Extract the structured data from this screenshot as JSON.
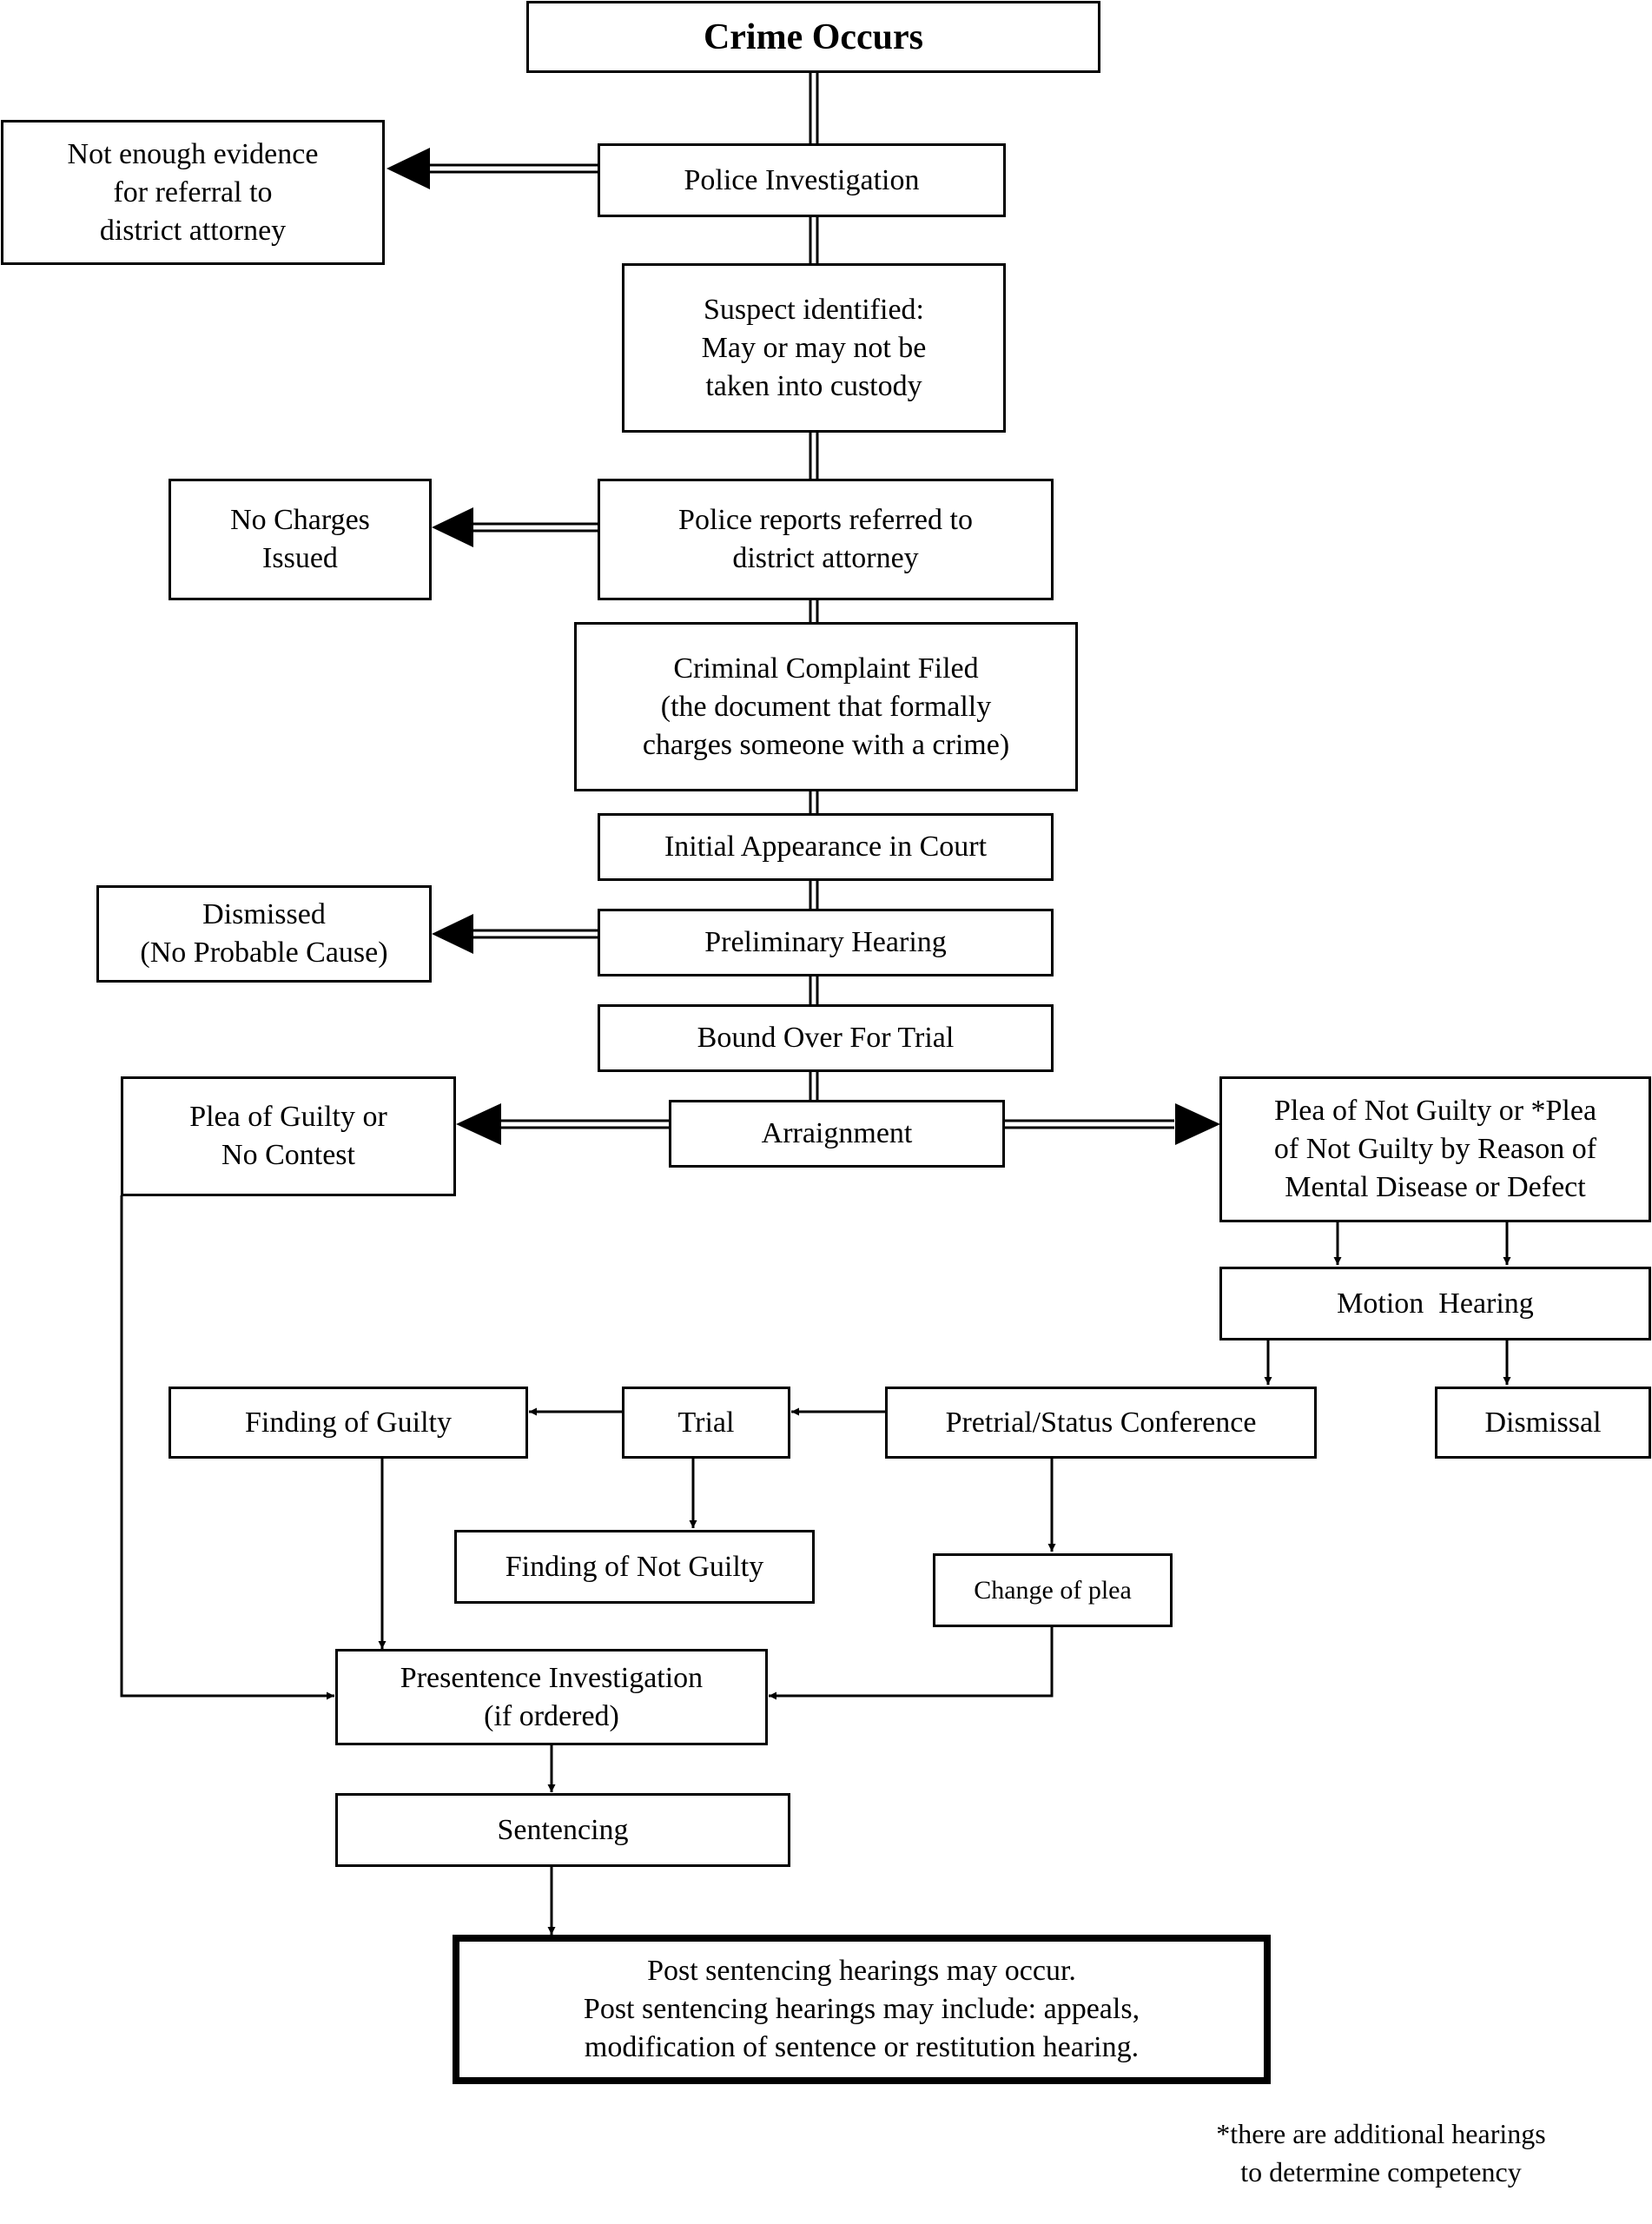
{
  "nodes": {
    "crime_occurs": [
      "Crime Occurs"
    ],
    "police_investigation": [
      "Police Investigation"
    ],
    "not_enough_evidence": [
      "Not enough evidence",
      "for referral to",
      "district attorney"
    ],
    "suspect_identified": [
      "Suspect identified:",
      "May or may not be",
      "taken into custody"
    ],
    "police_reports": [
      "Police reports referred to",
      "district attorney"
    ],
    "no_charges": [
      "No Charges",
      "Issued"
    ],
    "criminal_complaint": [
      "Criminal Complaint Filed",
      "(the document that formally",
      "charges someone with a crime)"
    ],
    "initial_appearance": [
      "Initial Appearance in Court"
    ],
    "preliminary_hearing": [
      "Preliminary Hearing"
    ],
    "dismissed": [
      "Dismissed",
      "(No Probable Cause)"
    ],
    "bound_over": [
      "Bound Over For Trial"
    ],
    "arraignment": [
      "Arraignment"
    ],
    "plea_guilty": [
      "Plea of Guilty or",
      "No Contest"
    ],
    "plea_not_guilty": [
      "Plea of Not Guilty or *Plea",
      "of Not Guilty by Reason of",
      "Mental Disease or Defect"
    ],
    "motion_hearing": [
      "Motion  Hearing"
    ],
    "dismissal": [
      "Dismissal"
    ],
    "pretrial": [
      "Pretrial/Status Conference"
    ],
    "trial": [
      "Trial"
    ],
    "finding_guilty": [
      "Finding of Guilty"
    ],
    "finding_not_guilty": [
      "Finding of Not Guilty"
    ],
    "change_of_plea": [
      "Change of plea"
    ],
    "presentence": [
      "Presentence Investigation",
      "(if ordered)"
    ],
    "sentencing": [
      "Sentencing"
    ],
    "post_sentencing": [
      "Post sentencing hearings may occur.",
      "Post sentencing hearings may include: appeals,",
      "modification of sentence or restitution hearing."
    ]
  },
  "footnote": [
    "*there are additional hearings",
    "to determine competency"
  ]
}
